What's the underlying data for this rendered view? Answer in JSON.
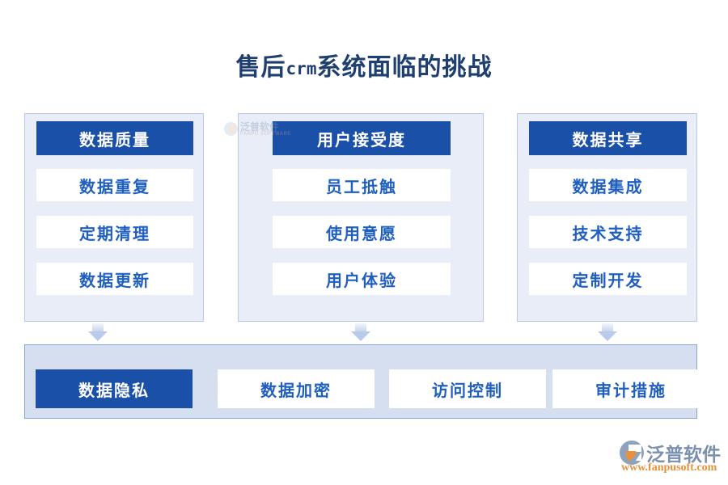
{
  "title": {
    "prefix": "售后",
    "mono": "crm",
    "suffix": "系统面临的挑战",
    "full": "售后crm系统面临的挑战"
  },
  "colors": {
    "header_blue": "#1b50a8",
    "item_text_blue": "#1f5fbf",
    "column_bg": "#e8edf7",
    "column_border": "#b9c8e6",
    "bottom_bg": "#d5dff0",
    "bottom_border": "#8ba4d8",
    "title_color": "#1f3f70",
    "brand_gray": "#7b8fae",
    "brand_orange": "#e8913c"
  },
  "columns": [
    {
      "header": "数据质量",
      "items": [
        "数据重复",
        "定期清理",
        "数据更新"
      ]
    },
    {
      "header": "用户接受度",
      "items": [
        "员工抵触",
        "使用意愿",
        "用户体验"
      ]
    },
    {
      "header": "数据共享",
      "items": [
        "数据集成",
        "技术支持",
        "定制开发"
      ]
    }
  ],
  "bottom": {
    "header": "数据隐私",
    "items": [
      "数据加密",
      "访问控制",
      "审计措施"
    ]
  },
  "watermark": {
    "cn": "泛普软件",
    "en": "FANPU SOFTWARE"
  },
  "brand": {
    "cn": "泛普软件",
    "url": "www.fanpusoft.com"
  }
}
